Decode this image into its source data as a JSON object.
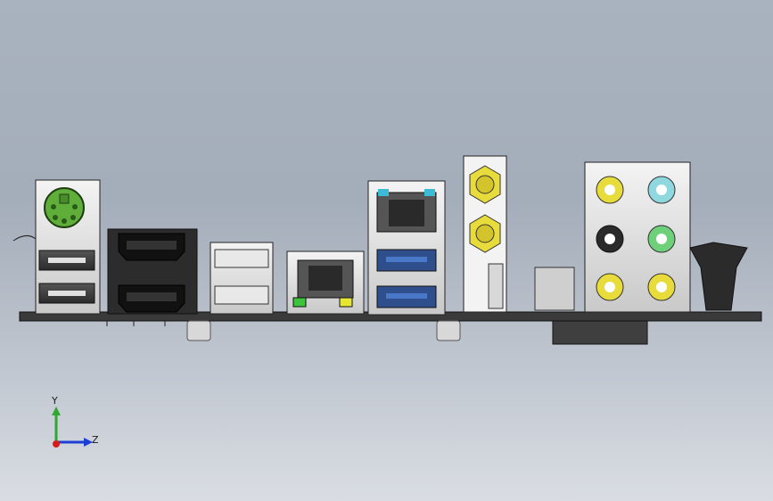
{
  "model": {
    "view": "back I/O panel",
    "components": [
      {
        "name": "ps2-port",
        "color": "#5fae3a"
      },
      {
        "name": "usb2-port",
        "count": 2
      },
      {
        "name": "hdmi-port",
        "count": 2
      },
      {
        "name": "usb2-port-white",
        "count": 2
      },
      {
        "name": "rj45-port",
        "leds": [
          "#3cc43c",
          "#e6e632"
        ]
      },
      {
        "name": "rj45-port-usb-combo"
      },
      {
        "name": "usb3-port",
        "count": 2,
        "color": "#4a78c8"
      },
      {
        "name": "antenna-connector",
        "count": 2,
        "color": "#e8dc3c"
      },
      {
        "name": "audio-jack",
        "count": 6,
        "colors": [
          "#e8dc3c",
          "#8fd8e0",
          "#2a2a2a",
          "#6fd07a",
          "#e8dc3c",
          "#e8dc3c"
        ]
      }
    ]
  },
  "triad": {
    "y_label": "Y",
    "z_label": "Z",
    "colors": {
      "y": "#2ea82e",
      "z": "#1c3fd6",
      "origin": "#d81c1c"
    }
  }
}
